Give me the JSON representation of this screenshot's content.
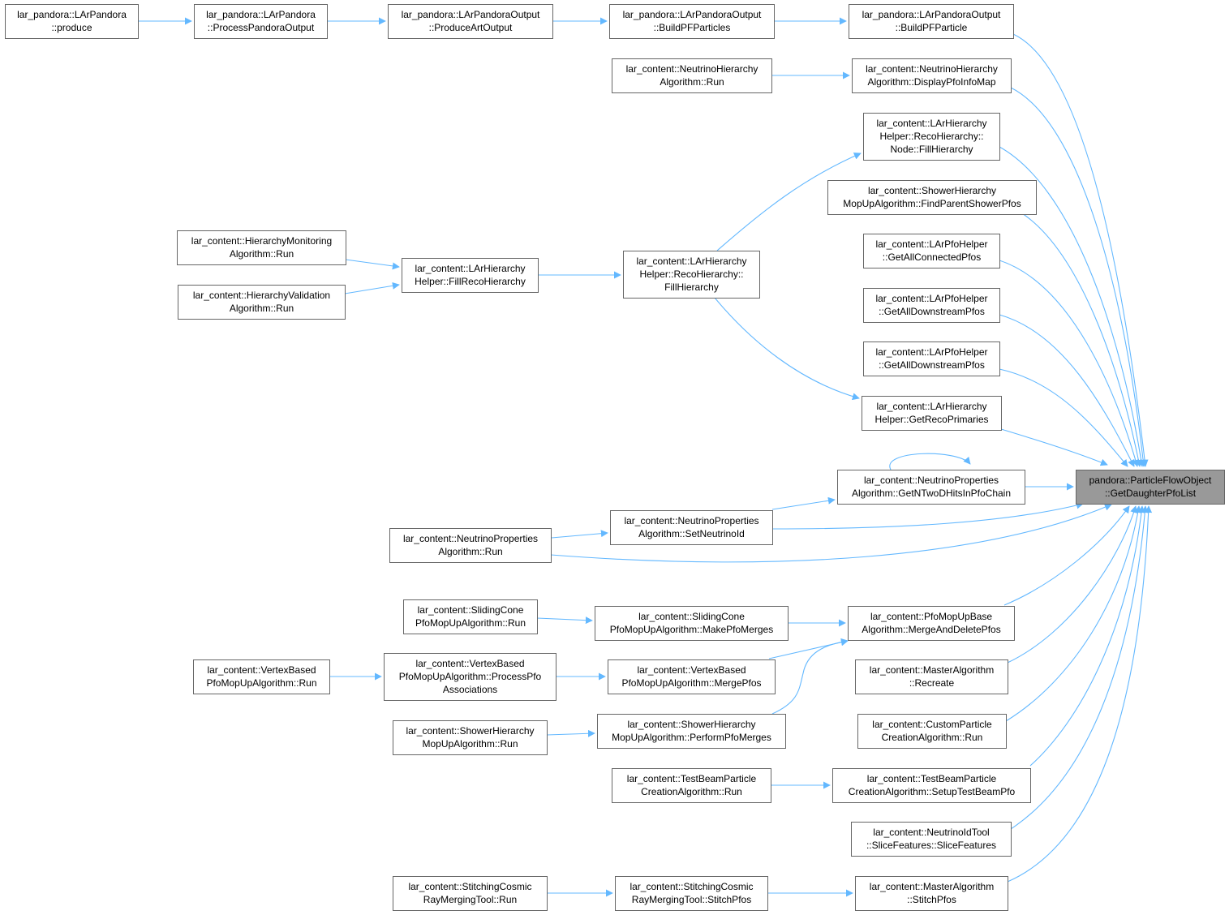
{
  "graph": {
    "edge_color": "#63b8ff",
    "highlight_fill": "#999999",
    "nodes": [
      {
        "id": "produce",
        "lines": [
          "lar_pandora::LArPandora",
          "::produce"
        ]
      },
      {
        "id": "processPandoraOutput",
        "lines": [
          "lar_pandora::LArPandora",
          "::ProcessPandoraOutput"
        ]
      },
      {
        "id": "produceArtOutput",
        "lines": [
          "lar_pandora::LArPandoraOutput",
          "::ProduceArtOutput"
        ]
      },
      {
        "id": "buildPFParticles",
        "lines": [
          "lar_pandora::LArPandoraOutput",
          "::BuildPFParticles"
        ]
      },
      {
        "id": "buildPFParticle",
        "lines": [
          "lar_pandora::LArPandoraOutput",
          "::BuildPFParticle"
        ]
      },
      {
        "id": "nhaRun",
        "lines": [
          "lar_content::NeutrinoHierarchy",
          "Algorithm::Run"
        ]
      },
      {
        "id": "nhaDisplay",
        "lines": [
          "lar_content::NeutrinoHierarchy",
          "Algorithm::DisplayPfoInfoMap"
        ]
      },
      {
        "id": "nodeFill",
        "lines": [
          "lar_content::LArHierarchy",
          "Helper::RecoHierarchy::",
          "Node::FillHierarchy"
        ]
      },
      {
        "id": "showerFindParent",
        "lines": [
          "lar_content::ShowerHierarchy",
          "MopUpAlgorithm::FindParentShowerPfos"
        ]
      },
      {
        "id": "hierMonRun",
        "lines": [
          "lar_content::HierarchyMonitoring",
          "Algorithm::Run"
        ]
      },
      {
        "id": "hierValRun",
        "lines": [
          "lar_content::HierarchyValidation",
          "Algorithm::Run"
        ]
      },
      {
        "id": "fillRecoHierarchy",
        "lines": [
          "lar_content::LArHierarchy",
          "Helper::FillRecoHierarchy"
        ]
      },
      {
        "id": "recoFill",
        "lines": [
          "lar_content::LArHierarchy",
          "Helper::RecoHierarchy::",
          "FillHierarchy"
        ]
      },
      {
        "id": "getAllConnected",
        "lines": [
          "lar_content::LArPfoHelper",
          "::GetAllConnectedPfos"
        ]
      },
      {
        "id": "getAllDownstream1",
        "lines": [
          "lar_content::LArPfoHelper",
          "::GetAllDownstreamPfos"
        ]
      },
      {
        "id": "getAllDownstream2",
        "lines": [
          "lar_content::LArPfoHelper",
          "::GetAllDownstreamPfos"
        ]
      },
      {
        "id": "getRecoPrimaries",
        "lines": [
          "lar_content::LArHierarchy",
          "Helper::GetRecoPrimaries"
        ]
      },
      {
        "id": "getNTwoD",
        "lines": [
          "lar_content::NeutrinoProperties",
          "Algorithm::GetNTwoDHitsInPfoChain"
        ]
      },
      {
        "id": "target",
        "lines": [
          "pandora::ParticleFlowObject",
          "::GetDaughterPfoList"
        ],
        "highlight": true
      },
      {
        "id": "setNeutrinoId",
        "lines": [
          "lar_content::NeutrinoProperties",
          "Algorithm::SetNeutrinoId"
        ]
      },
      {
        "id": "npaRun",
        "lines": [
          "lar_content::NeutrinoProperties",
          "Algorithm::Run"
        ]
      },
      {
        "id": "slidingRun",
        "lines": [
          "lar_content::SlidingCone",
          "PfoMopUpAlgorithm::Run"
        ]
      },
      {
        "id": "slidingMake",
        "lines": [
          "lar_content::SlidingCone",
          "PfoMopUpAlgorithm::MakePfoMerges"
        ]
      },
      {
        "id": "mergeAndDelete",
        "lines": [
          "lar_content::PfoMopUpBase",
          "Algorithm::MergeAndDeletePfos"
        ]
      },
      {
        "id": "vertexRun",
        "lines": [
          "lar_content::VertexBased",
          "PfoMopUpAlgorithm::Run"
        ]
      },
      {
        "id": "vertexProcess",
        "lines": [
          "lar_content::VertexBased",
          "PfoMopUpAlgorithm::ProcessPfo",
          "Associations"
        ]
      },
      {
        "id": "vertexMerge",
        "lines": [
          "lar_content::VertexBased",
          "PfoMopUpAlgorithm::MergePfos"
        ]
      },
      {
        "id": "masterRecreate",
        "lines": [
          "lar_content::MasterAlgorithm",
          "::Recreate"
        ]
      },
      {
        "id": "showerRun",
        "lines": [
          "lar_content::ShowerHierarchy",
          "MopUpAlgorithm::Run"
        ]
      },
      {
        "id": "showerPerform",
        "lines": [
          "lar_content::ShowerHierarchy",
          "MopUpAlgorithm::PerformPfoMerges"
        ]
      },
      {
        "id": "customRun",
        "lines": [
          "lar_content::CustomParticle",
          "CreationAlgorithm::Run"
        ]
      },
      {
        "id": "tbRun",
        "lines": [
          "lar_content::TestBeamParticle",
          "CreationAlgorithm::Run"
        ]
      },
      {
        "id": "tbSetup",
        "lines": [
          "lar_content::TestBeamParticle",
          "CreationAlgorithm::SetupTestBeamPfo"
        ]
      },
      {
        "id": "sliceFeatures",
        "lines": [
          "lar_content::NeutrinoIdTool",
          "::SliceFeatures::SliceFeatures"
        ]
      },
      {
        "id": "stitchRun",
        "lines": [
          "lar_content::StitchingCosmic",
          "RayMergingTool::Run"
        ]
      },
      {
        "id": "stitchPfos",
        "lines": [
          "lar_content::StitchingCosmic",
          "RayMergingTool::StitchPfos"
        ]
      },
      {
        "id": "masterStitch",
        "lines": [
          "lar_content::MasterAlgorithm",
          "::StitchPfos"
        ]
      }
    ]
  }
}
